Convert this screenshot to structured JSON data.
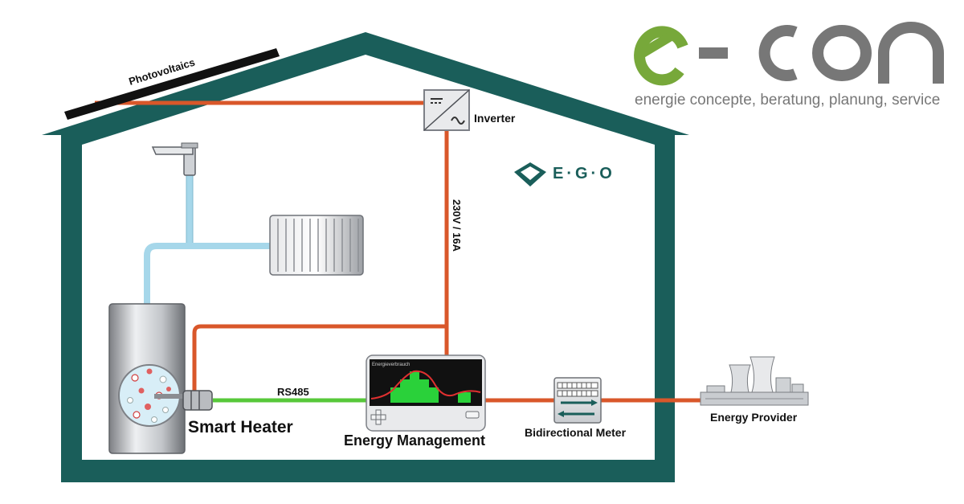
{
  "brand": {
    "logo_text": "e-con",
    "tagline": "energie concepte, beratung, planung, service",
    "ego_logo": "E·G·O",
    "colors": {
      "green": "#77a83a",
      "gray": "#777777",
      "teal": "#1a5e5a"
    }
  },
  "labels": {
    "photovoltaics": "Photovoltaics",
    "inverter": "Inverter",
    "voltage": "230V / 16A",
    "rs485": "RS485",
    "smart_heater": "Smart Heater",
    "energy_management": "Energy Management",
    "bidirectional_meter": "Bidirectional Meter",
    "energy_provider": "Energy Provider",
    "screen_title": "Energieverbrauch"
  },
  "colors": {
    "house": "#1a5e5a",
    "power_line": "#d9572a",
    "data_line": "#57c83a",
    "water_pipe": "#a6d7ea"
  }
}
